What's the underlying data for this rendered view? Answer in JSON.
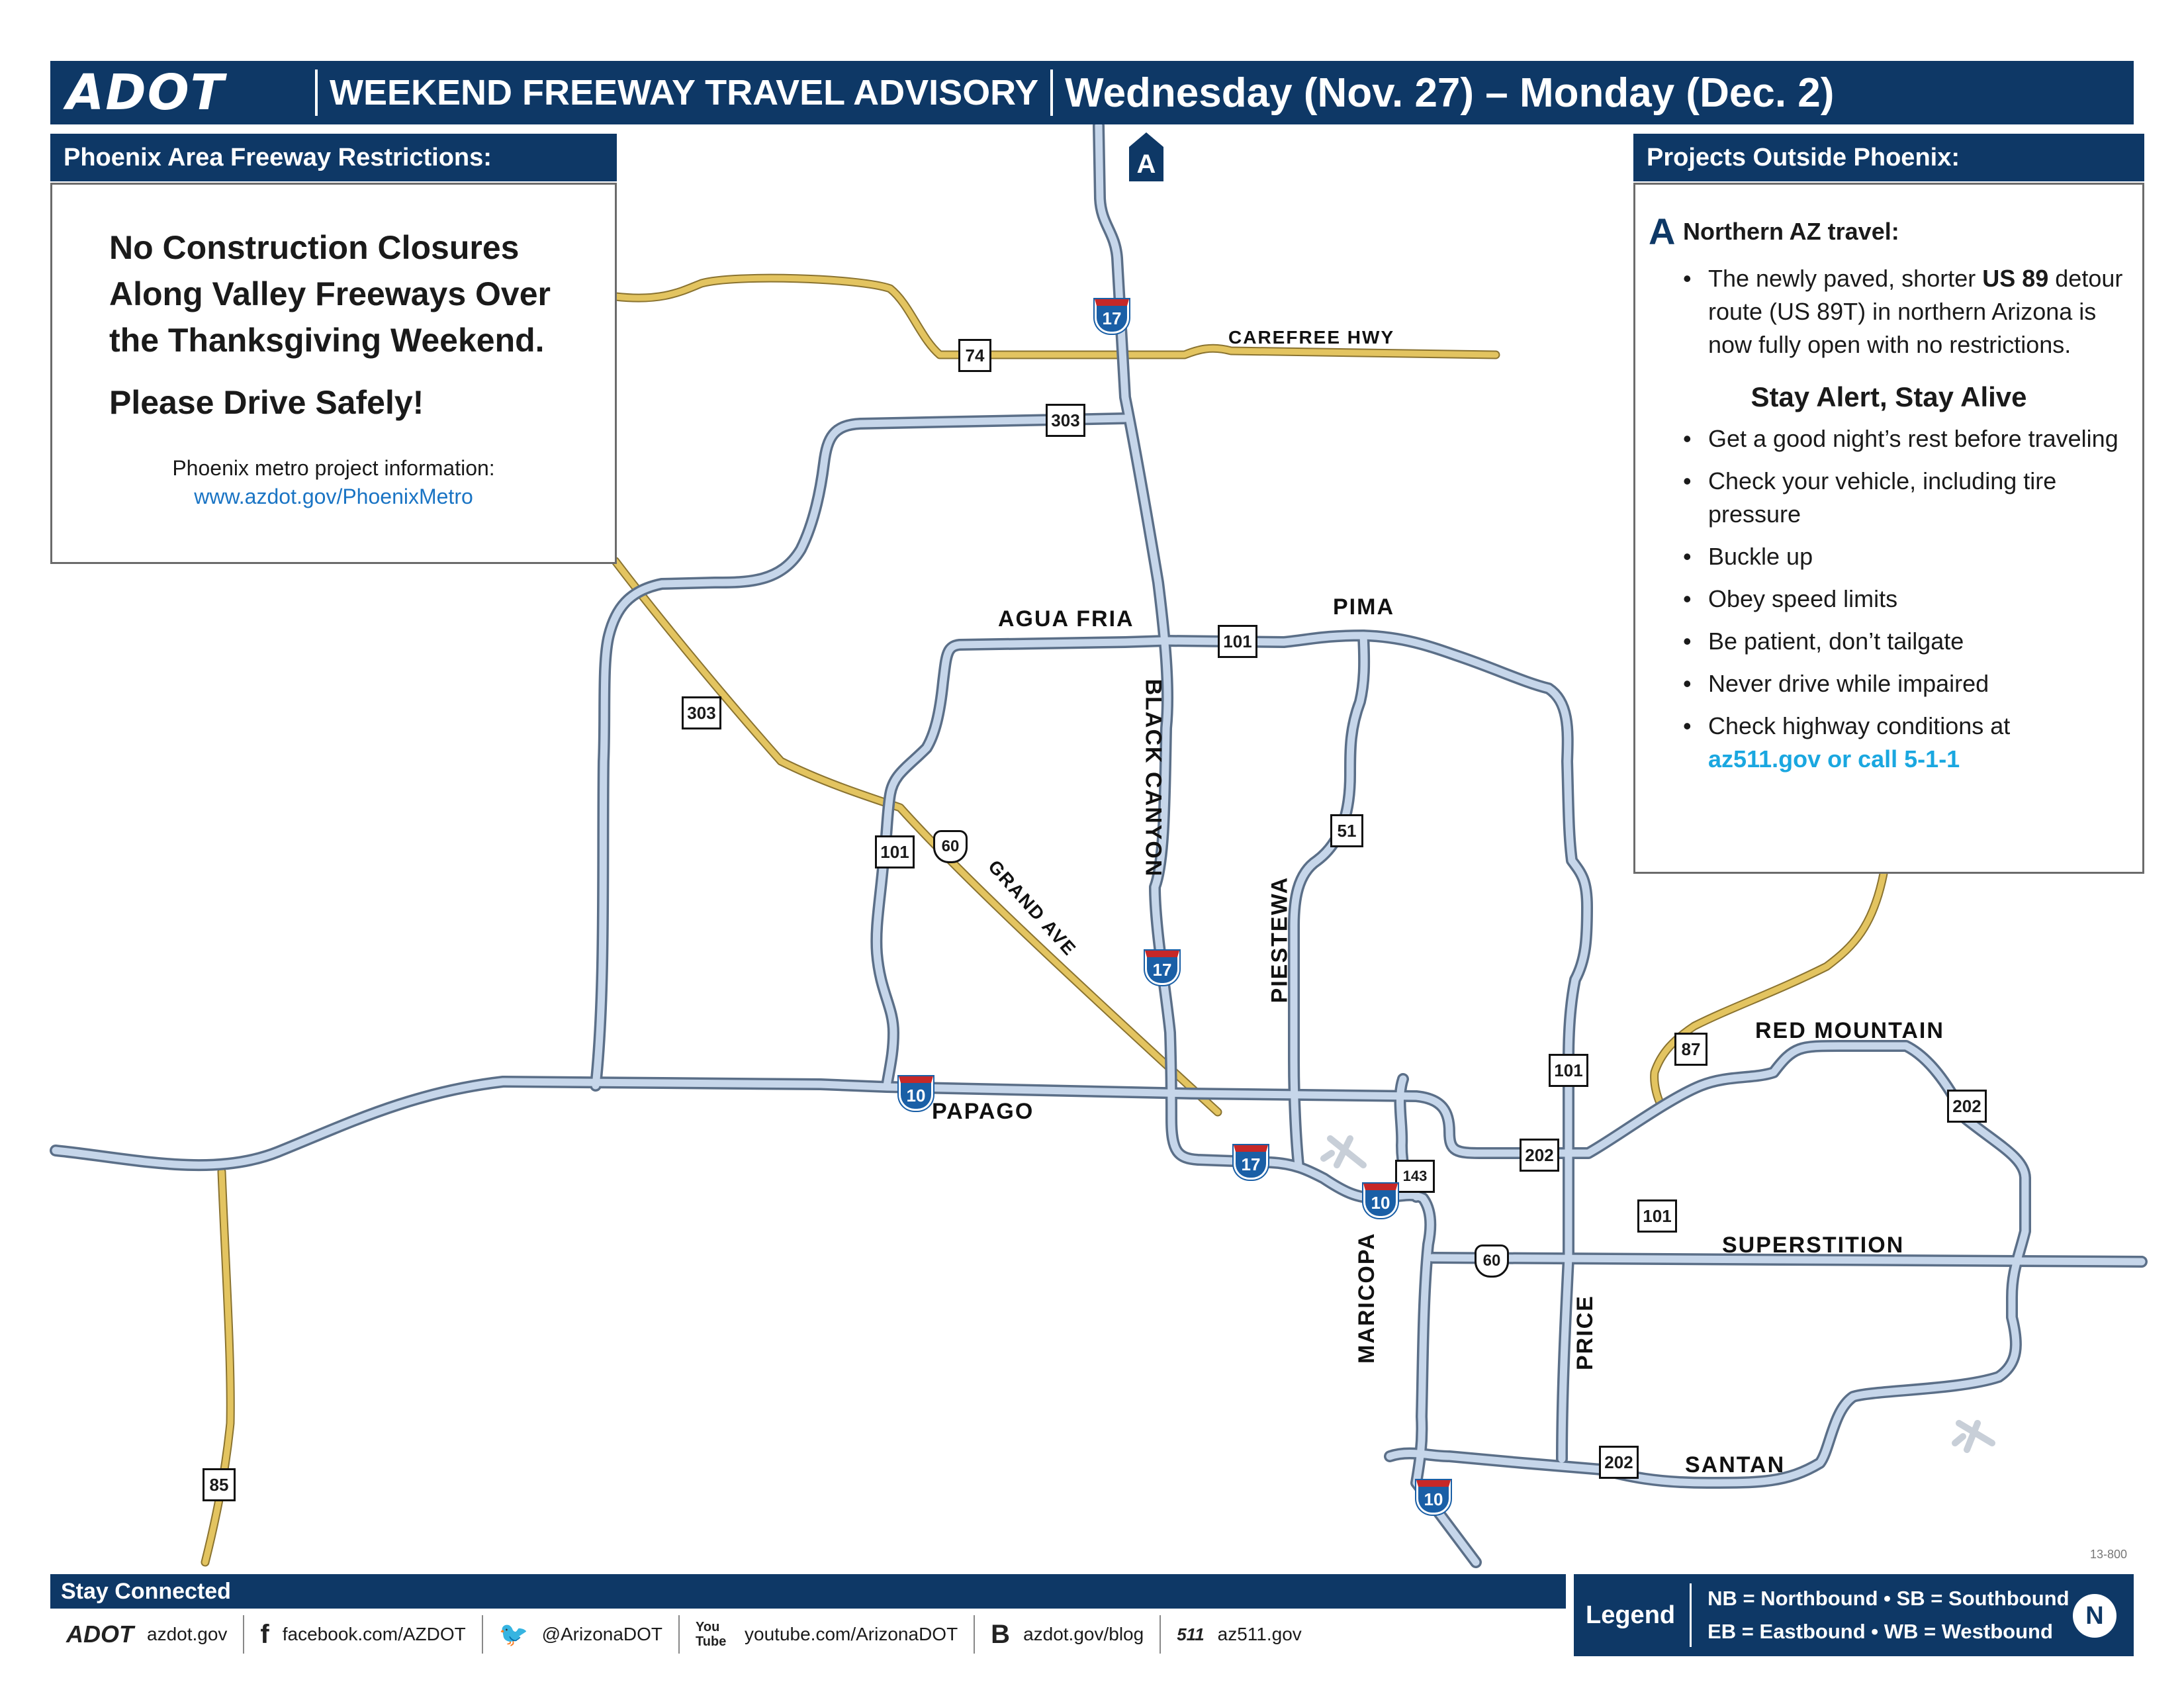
{
  "header": {
    "logo": "ADOT",
    "title": "WEEKEND FREEWAY TRAVEL ADVISORY",
    "dates": "Wednesday (Nov. 27) – Monday (Dec. 2)"
  },
  "left_panel": {
    "heading": "Phoenix Area Freeway Restrictions:",
    "closure_lines": [
      "No Construction Closures",
      "Along Valley Freeways Over",
      "the Thanksgiving Weekend."
    ],
    "drive_safe": "Please Drive Safely!",
    "project_info": "Phoenix metro project information:",
    "project_link": "www.azdot.gov/PhoenixMetro"
  },
  "right_panel": {
    "heading": "Projects Outside Phoenix:",
    "marker": "A",
    "northern_title": "Northern AZ travel:",
    "northern_pre": "The newly paved, shorter ",
    "northern_bold": "US 89",
    "northern_post": " detour route (US 89T) in northern Arizona is now fully open with no restrictions.",
    "alive_title": "Stay Alert, Stay Alive",
    "tips": [
      "Get a good night’s rest before traveling",
      "Check your vehicle, including tire pressure",
      "Buckle up",
      "Obey speed limits",
      "Be patient, don’t tailgate",
      "Never drive while impaired"
    ],
    "last_tip_pre": "Check highway conditions at",
    "last_tip_link": "az511.gov or call 5-1-1"
  },
  "map": {
    "north_marker": "A",
    "road_labels": {
      "carefree": "CAREFREE HWY",
      "agua_fria": "AGUA FRIA",
      "pima": "PIMA",
      "black_canyon": "BLACK CANYON",
      "grand_ave": "GRAND AVE",
      "piestewa": "PIESTEWA",
      "papago": "PAPAGO",
      "red_mountain": "RED MOUNTAIN",
      "superstition": "SUPERSTITION",
      "maricopa": "MARICOPA",
      "price": "PRICE",
      "santan": "SANTAN"
    },
    "shields": {
      "i17_north": "17",
      "sr74": "74",
      "sr303_top": "303",
      "l101_aguafria": "101",
      "sr303_mid": "303",
      "l101_west": "101",
      "us60_grand": "60",
      "i17_mid": "17",
      "sr51": "51",
      "i10_papago": "10",
      "sr87": "87",
      "l101_east": "101",
      "l202_redmtn": "202",
      "l202_papago": "202",
      "i17_south": "17",
      "sr143": "143",
      "i10_east": "10",
      "l101_price": "101",
      "us60_super": "60",
      "sr85": "85",
      "l202_santan": "202",
      "i10_south": "10"
    }
  },
  "footer": {
    "stay_connected": "Stay Connected",
    "items": [
      {
        "icon": "ADOT",
        "text": "azdot.gov"
      },
      {
        "icon": "f",
        "text": "facebook.com/AZDOT"
      },
      {
        "icon": "🐦",
        "text": "@ArizonaDOT"
      },
      {
        "icon": "You Tube",
        "text": "youtube.com/ArizonaDOT"
      },
      {
        "icon": "B",
        "text": "azdot.gov/blog"
      },
      {
        "icon": "511",
        "text": "az511.gov"
      }
    ],
    "legend_title": "Legend",
    "legend_line1": "NB = Northbound  •  SB = Southbound",
    "legend_line2": "EB = Eastbound  •  WB = Westbound",
    "north_icon": "N",
    "doc_number": "13-800"
  },
  "colors": {
    "navy": "#0e3866",
    "freeway": "#c6d6ea",
    "highway": "#e3c460",
    "link": "#1a74c4",
    "accent_link": "#1aa7e0"
  }
}
